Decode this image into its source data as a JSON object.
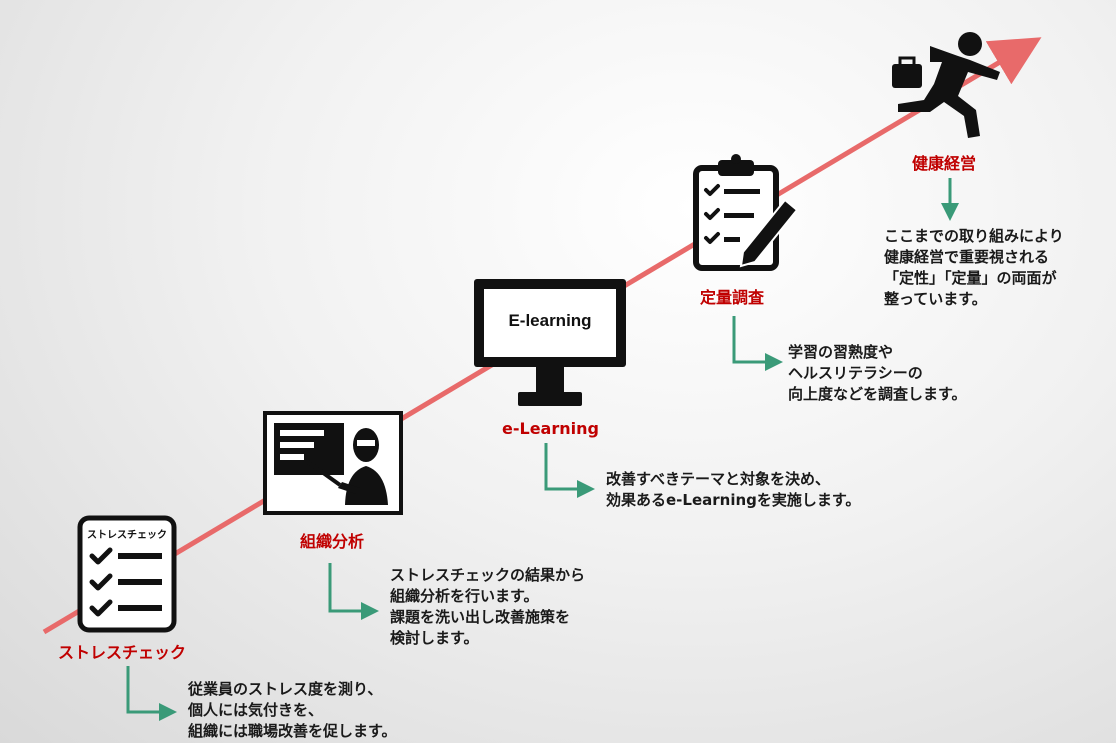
{
  "colors": {
    "accent_red": "#c00000",
    "arrow": "#e86a6a",
    "connector": "#3a9a78",
    "icon": "#111111"
  },
  "stages": [
    {
      "label": "ストレスチェック",
      "icon": "checklist-icon",
      "icon_text": "ストレスチェック",
      "desc": [
        "従業員のストレス度を測り、",
        "個人には気付きを、",
        "組織には職場改善を促します。"
      ]
    },
    {
      "label": "組織分析",
      "icon": "presentation-icon",
      "desc": [
        "ストレスチェックの結果から",
        "組織分析を行います。",
        "課題を洗い出し改善施策を",
        "検討します。"
      ]
    },
    {
      "label": "e-Learning",
      "icon": "monitor-icon",
      "icon_text": "E-learning",
      "desc": [
        "改善すべきテーマと対象を決め、",
        "効果あるe-Learningを実施します。"
      ]
    },
    {
      "label": "定量調査",
      "icon": "clipboard-pencil-icon",
      "desc": [
        "学習の習熟度や",
        "ヘルスリテラシーの",
        "向上度などを調査します。"
      ]
    },
    {
      "label": "健康経営",
      "icon": "running-businessman-icon",
      "desc": [
        "ここまでの取り組みにより",
        "健康経営で重要視される",
        "「定性」「定量」の両面が",
        "整っています。"
      ]
    }
  ]
}
